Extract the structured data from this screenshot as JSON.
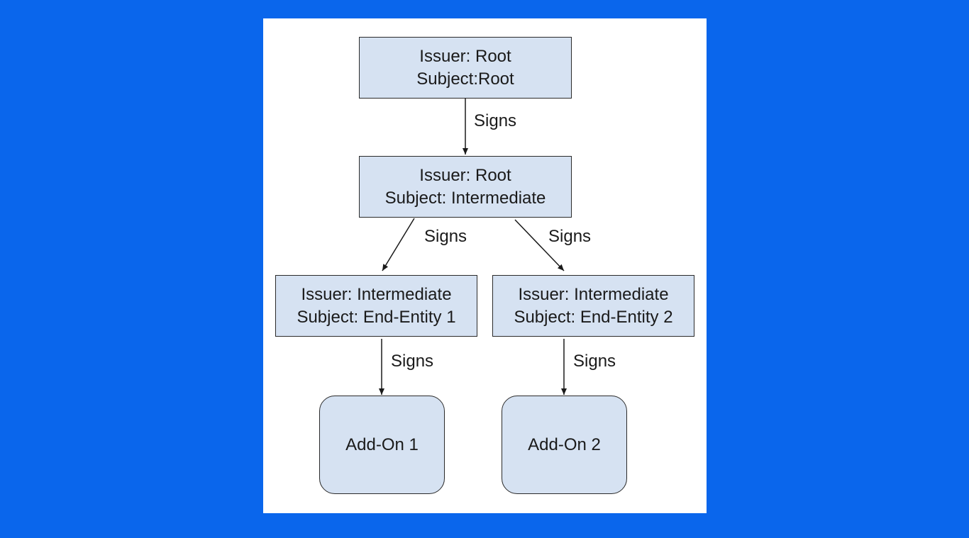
{
  "colors": {
    "background": "#0a66ec",
    "canvas": "#ffffff",
    "node_fill": "#d6e2f2",
    "node_border": "#2a2a2a",
    "text": "#1a1a1a"
  },
  "diagram": {
    "nodes": {
      "root": {
        "line1": "Issuer: Root",
        "line2": "Subject:Root"
      },
      "intermediate": {
        "line1": "Issuer: Root",
        "line2": "Subject: Intermediate"
      },
      "end_entity_1": {
        "line1": "Issuer: Intermediate",
        "line2": "Subject: End-Entity 1"
      },
      "end_entity_2": {
        "line1": "Issuer: Intermediate",
        "line2": "Subject: End-Entity 2"
      },
      "addon_1": {
        "label": "Add-On 1"
      },
      "addon_2": {
        "label": "Add-On 2"
      }
    },
    "edges": {
      "root_to_intermediate": "Signs",
      "intermediate_to_ee1": "Signs",
      "intermediate_to_ee2": "Signs",
      "ee1_to_addon1": "Signs",
      "ee2_to_addon2": "Signs"
    }
  }
}
